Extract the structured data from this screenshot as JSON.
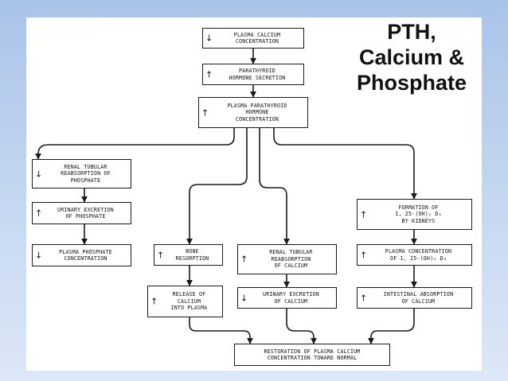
{
  "slide_title": [
    "PTH,",
    "Calcium &",
    "Phosphate"
  ],
  "arrow_glyphs": {
    "up": "↑",
    "down": "↓"
  },
  "diagram": {
    "boxes": {
      "plasma_calcium": {
        "arrow": "down",
        "lines": [
          "PLASMA CALCIUM",
          "CONCENTRATION"
        ]
      },
      "pth_secretion": {
        "arrow": "up",
        "lines": [
          "PARATHYROID",
          "HORMONE SECRETION"
        ]
      },
      "plasma_pth": {
        "arrow": "up",
        "lines": [
          "PLASMA PARATHYROID",
          "HORMONE",
          "CONCENTRATION"
        ]
      },
      "renal_phosphate_reabsorption": {
        "arrow": "down",
        "lines": [
          "RENAL TUBULAR",
          "REABSORPTION OF",
          "PHOSPHATE"
        ]
      },
      "urinary_phosphate": {
        "arrow": "up",
        "lines": [
          "URINARY EXCRETION",
          "OF PHOSPHATE"
        ]
      },
      "plasma_phosphate": {
        "arrow": "down",
        "lines": [
          "PLASMA PHOSPHATE",
          "CONCENTRATION"
        ]
      },
      "bone_resorption": {
        "arrow": "up",
        "lines": [
          "BONE",
          "RESORPTION"
        ]
      },
      "calcium_release": {
        "arrow": "up",
        "lines": [
          "RELEASE OF",
          "CALCIUM",
          "INTO PLASMA"
        ]
      },
      "renal_calcium_reabsorption": {
        "arrow": "up",
        "lines": [
          "RENAL TUBULAR",
          "REABSORPTION",
          "OF CALCIUM"
        ]
      },
      "urinary_calcium": {
        "arrow": "down",
        "lines": [
          "URINARY EXCRETION",
          "OF CALCIUM"
        ]
      },
      "vitd_formation": {
        "arrow": "up",
        "lines": [
          "FORMATION OF",
          "1, 25-(OH)₂ D₃",
          "BY KIDNEYS"
        ]
      },
      "plasma_vitd": {
        "arrow": "up",
        "lines": [
          "PLASMA CONCENTRATION",
          "OF 1, 25-(OH)₂ D₃"
        ]
      },
      "intestinal_absorption": {
        "arrow": "up",
        "lines": [
          "INTESTINAL ABSORPTION",
          "OF CALCIUM"
        ]
      },
      "restoration": {
        "arrow": "",
        "lines": [
          "RESTORATION OF PLASMA CALCIUM",
          "CONCENTRATION TOWARD NORMAL"
        ]
      }
    }
  }
}
